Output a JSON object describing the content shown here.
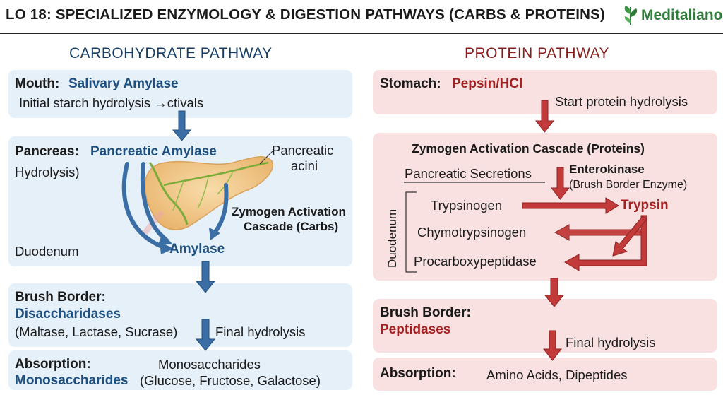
{
  "header": {
    "title": "LO 18: SPECIALIZED ENZYMOLOGY & DIGESTION PATHWAYS (CARBS & PROTEINS)",
    "brand": "Meditaliano",
    "brand_icon": "leaf-icon"
  },
  "carb": {
    "title": "CARBOHYDRATE PATHWAY",
    "mouth": {
      "label": "Mouth:",
      "enzyme": "Salivary Amylase",
      "desc": "Initial starch hydrolysis →ctivals"
    },
    "pancreas": {
      "label": "Pancreas:",
      "enzyme": "Pancreatic Amylase",
      "hydrolysis": "Hydrolysis)",
      "acini_line1": "Pancreatic",
      "acini_line2": "acini",
      "cascade_line1": "Zymogen Activation",
      "cascade_line2": "Cascade (Carbs)",
      "duodenum": "Duodenum",
      "amylase": "Amylase"
    },
    "brush": {
      "label": "Brush Border:",
      "enzyme": "Disaccharidases",
      "examples": "(Maltase, Lactase, Sucrase)",
      "final": "Final hydrolysis"
    },
    "absorption": {
      "label": "Absorption:",
      "product": "Monosaccharides",
      "mono": "Monosaccharides",
      "list": "(Glucose, Fructose, Galactose)"
    }
  },
  "protein": {
    "title": "PROTEIN PATHWAY",
    "stomach": {
      "label": "Stomach:",
      "enzyme": "Pepsin/HCl",
      "desc": "Start protein hydrolysis"
    },
    "cascade": {
      "title": "Zymogen Activation Cascade (Proteins)",
      "secretions": "Pancreatic Secretions",
      "enterokinase": "Enterokinase",
      "brush_enzyme": "(Brush Border Enzyme)",
      "duodenum": "Duodenum",
      "trypsinogen": "Trypsinogen",
      "trypsin": "Trypsin",
      "chymotrypsinogen": "Chymotrypsinogen",
      "procarboxypeptidase": "Procarboxypeptidase"
    },
    "brush": {
      "label": "Brush Border:",
      "enzyme": "Peptidases",
      "final": "Final hydrolysis"
    },
    "absorption": {
      "label": "Absorption:",
      "product": "Amino Acids, Dipeptides"
    }
  },
  "colors": {
    "blue_box": "#e5f0f9",
    "red_box": "#f9e1e1",
    "blue_arrow": "#3a6ea5",
    "red_arrow": "#c23a3a",
    "pancreas": "#f3c98a"
  }
}
